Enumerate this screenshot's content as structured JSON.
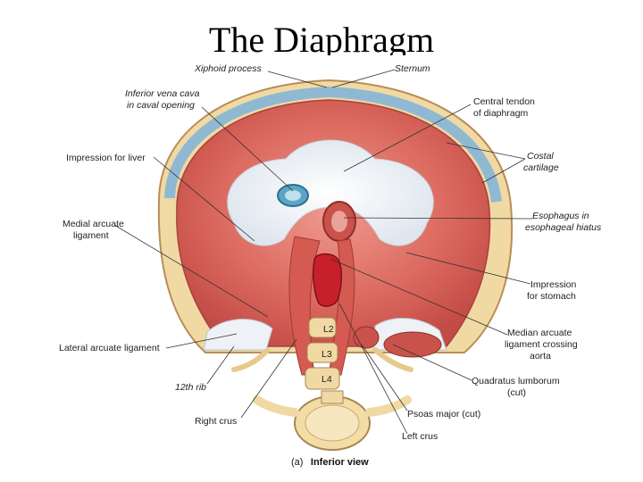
{
  "title": "The Diaphragm",
  "labels": {
    "xiphoid_process": "Xiphoid process",
    "sternum": "Sternum",
    "ivc_1": "Inferior vena cava",
    "ivc_2": "in caval opening",
    "central_tendon_1": "Central tendon",
    "central_tendon_2": "of diaphragm",
    "impression_liver": "Impression for liver",
    "costal_1": "Costal",
    "costal_2": "cartilage",
    "medial_arcuate_1": "Medial arcuate",
    "medial_arcuate_2": "ligament",
    "esophagus_1": "Esophagus in",
    "esophagus_2": "esophageal hiatus",
    "impression_stomach_1": "Impression",
    "impression_stomach_2": "for stomach",
    "lateral_arcuate": "Lateral arcuate ligament",
    "median_arcuate_1": "Median arcuate",
    "median_arcuate_2": "ligament crossing",
    "median_arcuate_3": "aorta",
    "rib12": "12th rib",
    "quadratus_1": "Quadratus lumborum",
    "quadratus_2": "(cut)",
    "right_crus": "Right crus",
    "psoas": "Psoas major (cut)",
    "left_crus": "Left crus",
    "L2": "L2",
    "L3": "L3",
    "L4": "L4"
  },
  "caption": {
    "part": "(a)",
    "text": "Inferior view"
  },
  "colors": {
    "muscle": "#d9605a",
    "muscle_light": "#e98b80",
    "tendon": "#eef1f5",
    "cartilage": "#8fb9d2",
    "bone": "#f1d9a4",
    "aorta": "#c8202a"
  }
}
